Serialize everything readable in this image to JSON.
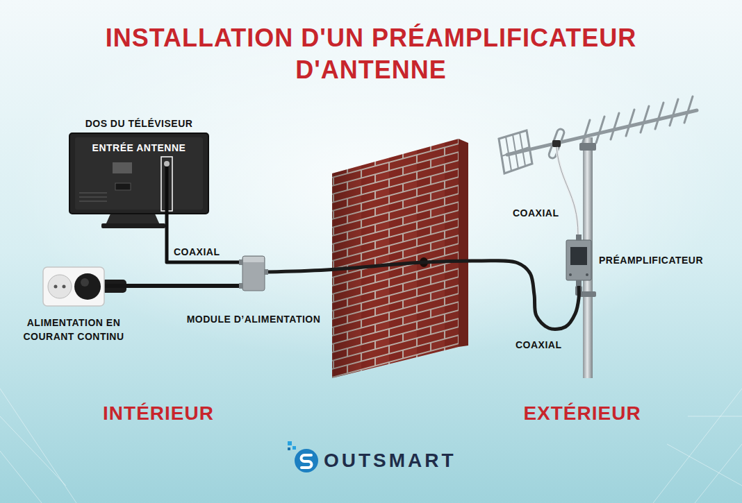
{
  "diagram": {
    "title": "INSTALLATION D'UN PRÉAMPLIFICATEUR D'ANTENNE",
    "nodes": [
      {
        "text": [
          "DOS DU TÉLÉVISEUR",
          "ENTRÉE ANTENNE"
        ]
      },
      {
        "text": [
          "ALIMENTATION EN COURANT CONTINU"
        ]
      },
      {
        "text": [
          "MODULE D’ALIMENTATION"
        ]
      },
      {
        "text": [
          "PRÉAMPLIFICATEUR"
        ]
      }
    ],
    "edges": [
      {
        "from": 0,
        "to": 2,
        "arrow": "none",
        "label": "COAXIAL"
      },
      {
        "from": 1,
        "to": 2,
        "arrow": "none"
      },
      {
        "from": 2,
        "to": 3,
        "arrow": "none",
        "label": "COAXIAL"
      }
    ],
    "labels": [
      "COAXIAL",
      "INTÉRIEUR",
      "EXTÉRIEUR",
      "OUTSMART"
    ]
  }
}
